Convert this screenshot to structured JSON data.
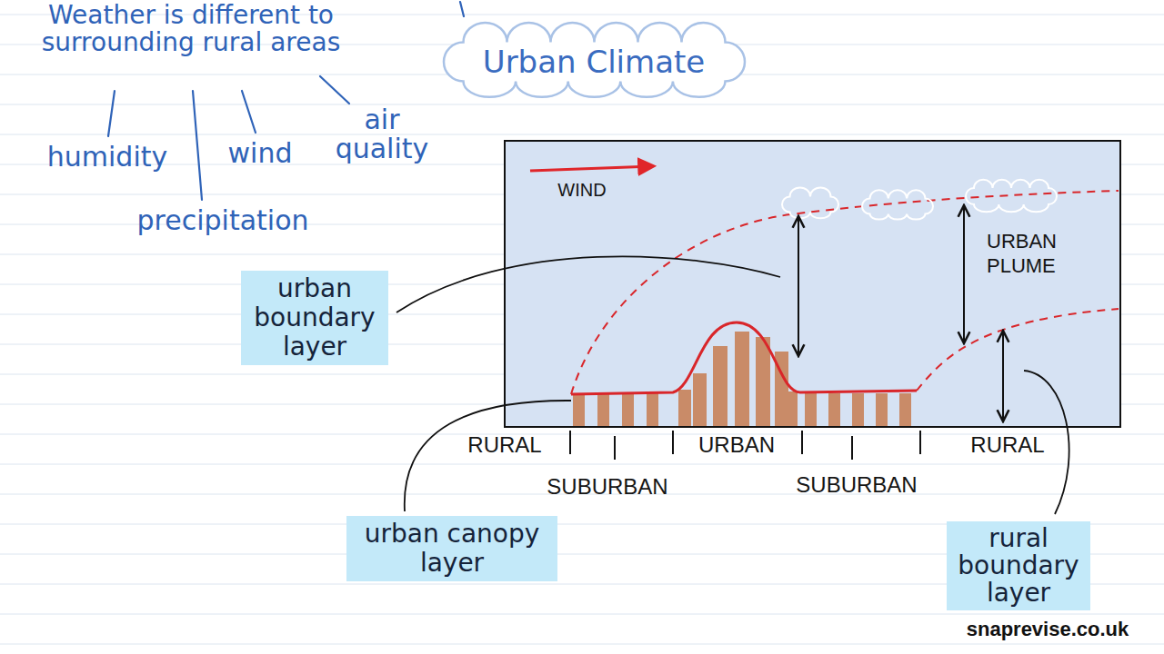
{
  "diagram": {
    "nodes": [
      {
        "text": [
          "Urban Climate"
        ]
      },
      {
        "text": [
          "urban boundary layer"
        ]
      },
      {
        "text": [
          "urban canopy layer"
        ]
      },
      {
        "text": [
          "rural boundary layer"
        ]
      }
    ],
    "labels": [
      "Weather is different to surrounding rural areas",
      "humidity",
      "precipitation",
      "wind",
      "air quality",
      "WIND",
      "URBAN PLUME",
      "RURAL",
      "SUBURBAN",
      "URBAN",
      "SUBURBAN",
      "RURAL",
      "snaprevise.co.uk"
    ]
  }
}
